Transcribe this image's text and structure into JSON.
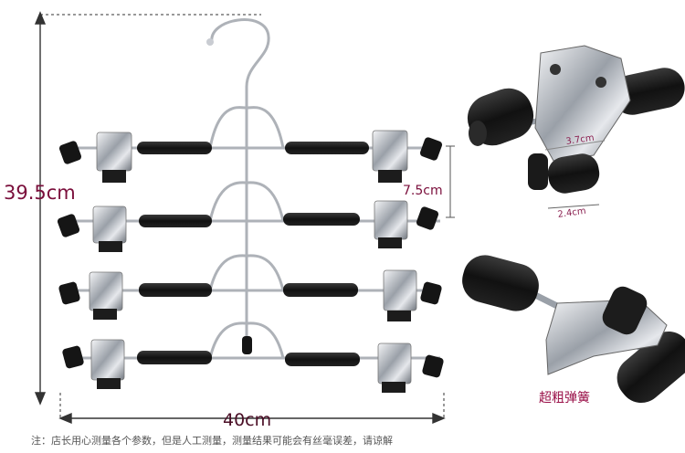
{
  "labels": {
    "height": "39.5cm",
    "width": "40cm",
    "clip_length": "7.5cm",
    "clip_width": "3.7cm",
    "clip_depth": "2.4cm",
    "spring_caption": "超粗弹簧"
  },
  "note": "注：店长用心测量各个参数，但是人工测量，测量结果可能会有丝毫误差，请谅解",
  "colors": {
    "label": "#7a0e3b",
    "foam": "#1a1a1a",
    "chrome": "#c9ccd2"
  }
}
